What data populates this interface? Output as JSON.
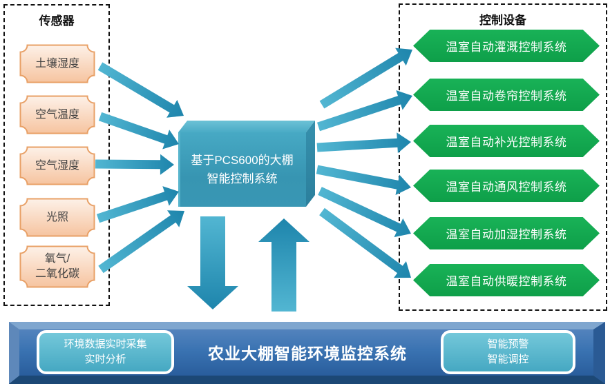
{
  "diagram": {
    "sensors_panel": {
      "title": "传感器",
      "items": [
        "土壤湿度",
        "空气温度",
        "空气湿度",
        "光照",
        "氧气/\n二氧化碳"
      ]
    },
    "hub": {
      "label": "基于PCS600的大棚\n智能控制系统"
    },
    "devices_panel": {
      "title": "控制设备",
      "items": [
        "温室自动灌溉控制系统",
        "温室自动卷帘控制系统",
        "温室自动补光控制系统",
        "温室自动通风控制系统",
        "温室自动加湿控制系统",
        "温室自动供暖控制系统"
      ]
    },
    "platform": {
      "title": "农业大棚智能环境监控系统",
      "left_badge": "环境数据实时采集\n实时分析",
      "right_badge": "智能预警\n智能调控"
    },
    "arrows": {
      "sensors_to_hub": 5,
      "hub_to_devices": 6,
      "hub_to_platform_down": 1,
      "platform_to_hub_up": 1
    }
  },
  "colors": {
    "arrow_teal_light": "#52B6D2",
    "arrow_teal_dark": "#1E85AC",
    "sensor_box_border": "#E8A066",
    "sensor_box_fill": "#F6C4A0",
    "device_green": "#12AC50",
    "hub_teal": "#3A9DBB",
    "platform_blue": "#2F66A5",
    "badge_teal": "#4FB0C8",
    "panel_border": "#111111",
    "text_dark": "#404040",
    "text_light": "#FFFFFF"
  }
}
